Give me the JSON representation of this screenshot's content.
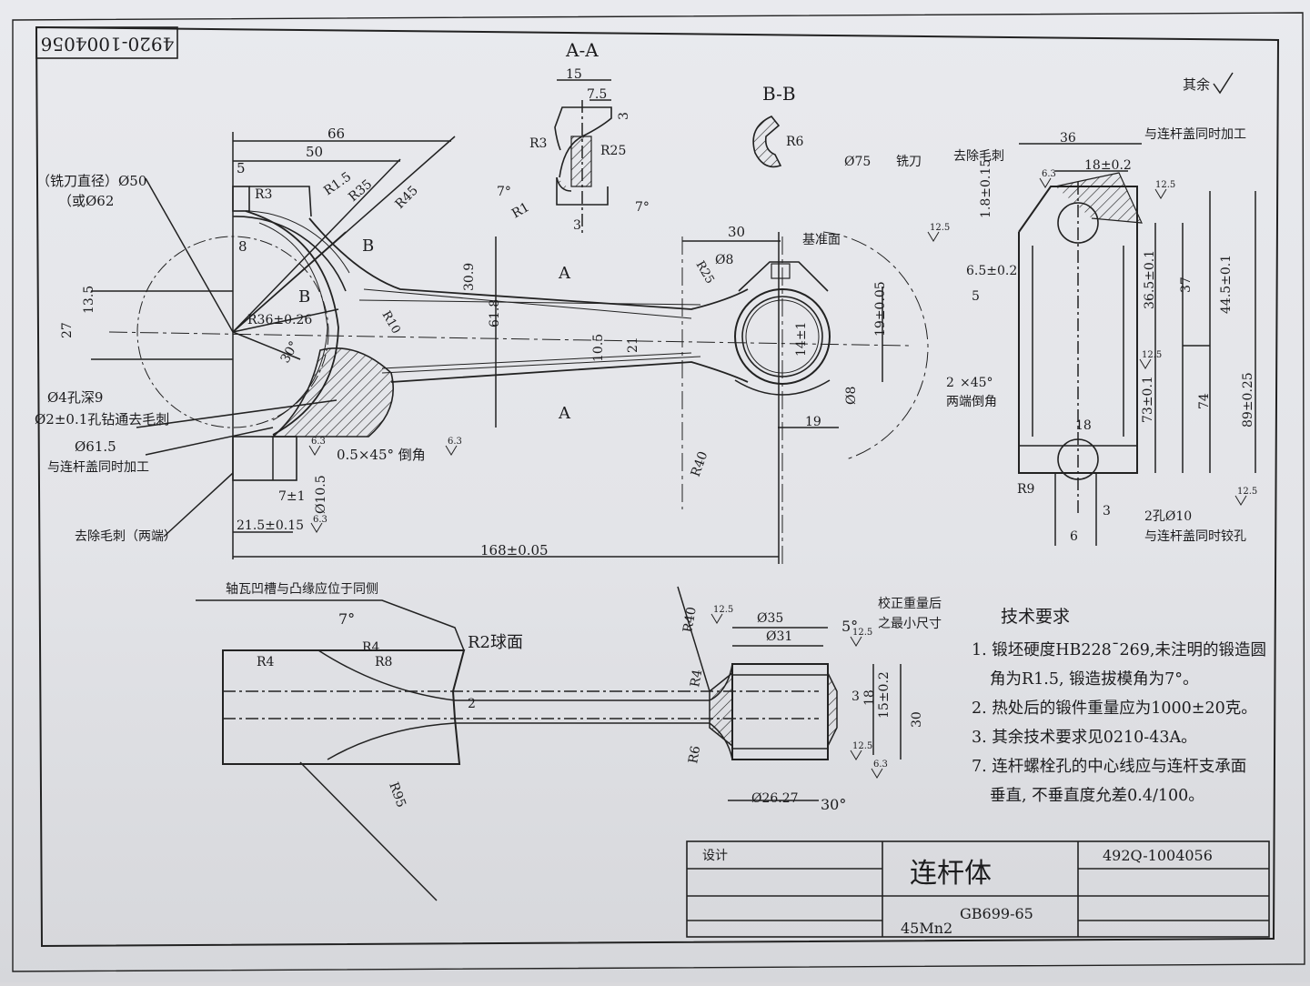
{
  "drawing": {
    "code_rotated": "4920-1004056",
    "surface_note": "其余",
    "section_a": "A-A",
    "section_b": "B-B"
  },
  "dims_main": {
    "d66": "66",
    "d50": "50",
    "d5": "5",
    "r3": "R3",
    "r15": "R1.5",
    "r35": "R35",
    "r45": "R45",
    "cutter": "（铣刀直径）Ø50",
    "cutter_alt": "（或Ø62",
    "d8": "8",
    "d135": "13.5",
    "d27": "27",
    "r36": "R36±0.26",
    "angle30": "30°",
    "hole4": "Ø4孔深9",
    "hole2": "Ø2±0.1孔钻通去毛刺",
    "bore615": "Ø61.5",
    "machine_with_cap": "与连杆盖同时加工",
    "chamfer": "0.5×45° 倒角",
    "d7": "7±1",
    "d105": "Ø10.5",
    "d215": "21.5±0.15",
    "deburr_both": "去除毛刺（两端）",
    "d168": "168±0.05",
    "d30": "30",
    "d309": "30.9",
    "d618": "61.8",
    "r10": "R10",
    "r25": "R25",
    "d8b": "Ø8",
    "datum": "基准面",
    "cutter75": "Ø75",
    "cutter75_tail": "铣刀",
    "d1905": "19±0.05",
    "d14": "14±1",
    "d8c": "Ø8",
    "d19": "19",
    "r40": "R40",
    "d105b": "10.5",
    "d21": "21",
    "chamfer2": "2",
    "chamfer2_tail": "×45°",
    "both_chamfer": "两端倒角",
    "label_a": "A",
    "label_b": "B"
  },
  "section_aa": {
    "d15": "15",
    "d75": "7.5",
    "r3": "R3",
    "r25": "R25",
    "d3a": "3",
    "d7deg": "7°",
    "r1": "R1",
    "d3b": "3",
    "d7deg2": "7°"
  },
  "section_bb": {
    "r6": "R6"
  },
  "right_view": {
    "d36": "36",
    "with_cap": "与连杆盖同时加工",
    "deburr": "去除毛刺",
    "d18": "18±0.2",
    "d18_015": "1.8±0.15",
    "d65": "6.5±0.2",
    "d5": "5",
    "d365": "36.5±0.1",
    "d37": "37",
    "d445": "44.5±0.1",
    "d73": "73±0.1",
    "d74": "74",
    "d89": "89±0.25",
    "d18b": "18",
    "r9": "R9",
    "d3": "3",
    "d6": "6",
    "holes": "2孔Ø10",
    "ream": "与连杆盖同时铰孔"
  },
  "bottom_view": {
    "note": "轴瓦凹槽与凸缘应位于同侧",
    "d7deg": "7°",
    "r4a": "R4",
    "r4b": "R4",
    "r8": "R8",
    "sphere": "R2球面",
    "d2": "2",
    "r95": "R95",
    "r40": "R40",
    "r4c": "R4",
    "r6": "R6",
    "d35": "Ø35",
    "d31": "Ø31",
    "d5deg": "5°",
    "min_size": "校正重量后",
    "min_size2": "之最小尺寸",
    "d15": "15±0.2",
    "d18": "18",
    "d30": "30",
    "d3": "3",
    "d2627": "Ø26.27",
    "d30deg": "30°"
  },
  "tech_req": {
    "title": "技术要求",
    "items": [
      "1. 锻坯硬度HB228¯269,未注明的锻造圆",
      "角为R1.5, 锻造拔模角为7°。",
      "2. 热处后的锻件重量应为1000±20克。",
      "3. 其余技术要求见0210-43A。",
      "7. 连杆螺栓孔的中心线应与连杆支承面",
      "垂直, 不垂直度允差0.4/100。"
    ]
  },
  "title_block": {
    "design": "设计",
    "part_name": "连杆体",
    "part_no": "492Q-1004056",
    "material": "45Mn2",
    "standard": "GB699-65"
  },
  "roughness": [
    "6.3",
    "6.3",
    "6.3",
    "6.3",
    "12.5",
    "12.5",
    "12.5",
    "12.5",
    "6.3",
    "12.5",
    "12.5",
    "12.5"
  ]
}
